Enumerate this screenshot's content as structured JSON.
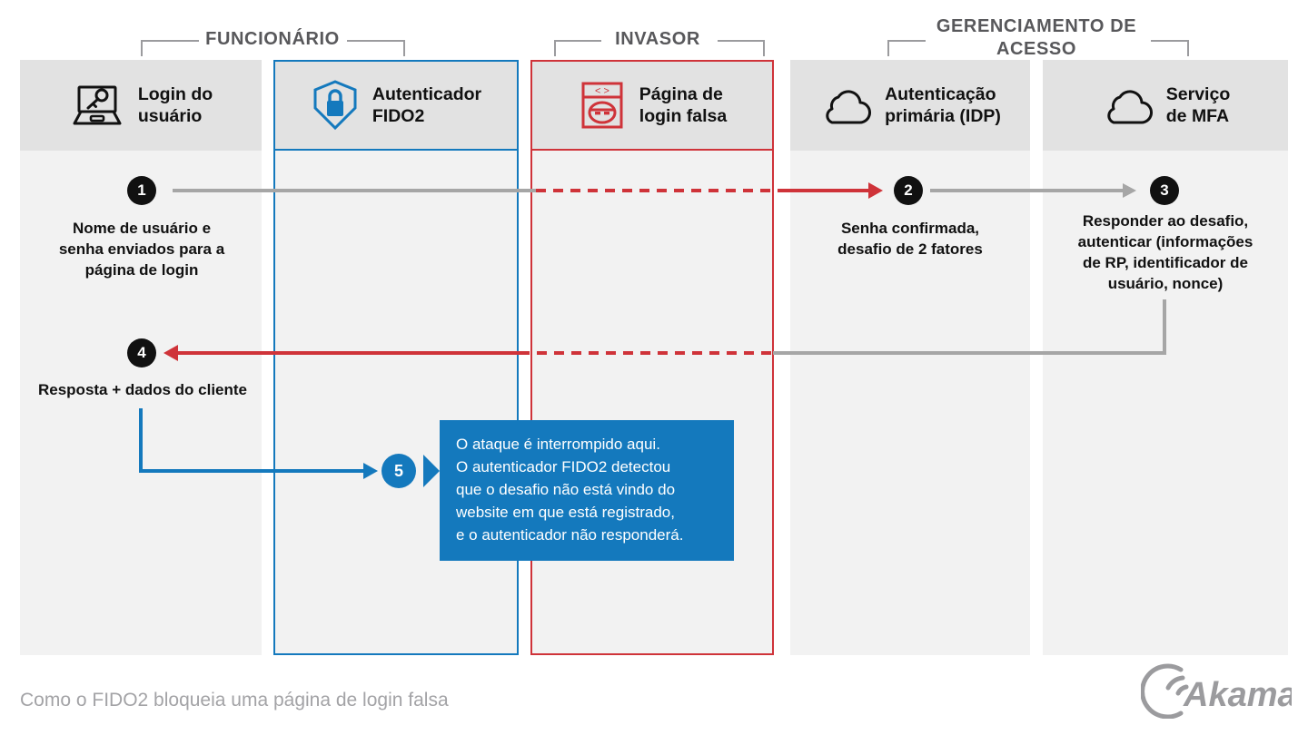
{
  "title": "Como o FIDO2 bloqueia uma página de login falsa",
  "colors": {
    "blue": "#1479bd",
    "red": "#cf3339",
    "gray_line": "#a6a6a6",
    "header_fill": "#e2e2e2",
    "column_fill": "#f2f2f2",
    "badge": "#111111",
    "muted_text": "#a3a3a6",
    "bracket": "#9b9b9e"
  },
  "groups": [
    {
      "label": "FUNCIONÁRIO"
    },
    {
      "label": "INVASOR"
    },
    {
      "label": "GERENCIAMENTO DE ACESSO"
    }
  ],
  "columns": [
    {
      "id": "user-login",
      "title": "Login do\nusuário",
      "icon": "laptop-key-icon",
      "accent": "none"
    },
    {
      "id": "fido2",
      "title": "Autenticador\nFIDO2",
      "icon": "shield-lock-icon",
      "accent": "blue"
    },
    {
      "id": "fake-login",
      "title": "Página de\nlogin falsa",
      "icon": "browser-mask-icon",
      "accent": "red"
    },
    {
      "id": "primary-auth",
      "title": "Autenticação\nprimária (IDP)",
      "icon": "cloud-icon",
      "accent": "none"
    },
    {
      "id": "mfa-service",
      "title": "Serviço\nde MFA",
      "icon": "cloud-icon",
      "accent": "none"
    }
  ],
  "steps": [
    {
      "number": "1",
      "caption": "Nome de usuário e\nsenha enviados para a\npágina de login"
    },
    {
      "number": "2",
      "caption": "Senha confirmada,\ndesafio de 2 fatores"
    },
    {
      "number": "3",
      "caption": "Responder ao desafio,\nautenticar (informações\nde RP, identificador de\nusuário, nonce)"
    },
    {
      "number": "4",
      "caption": "Resposta + dados do cliente"
    },
    {
      "number": "5",
      "caption": ""
    }
  ],
  "callout": {
    "step": "5",
    "text": "O ataque é interrompido aqui.\nO autenticador FIDO2 detectou\nque o desafio não está vindo do\nwebsite em que está registrado,\ne o autenticador não responderá."
  },
  "footer": {
    "caption": "Como o FIDO2 bloqueia uma página de login falsa",
    "logo": "akamai-logo"
  }
}
